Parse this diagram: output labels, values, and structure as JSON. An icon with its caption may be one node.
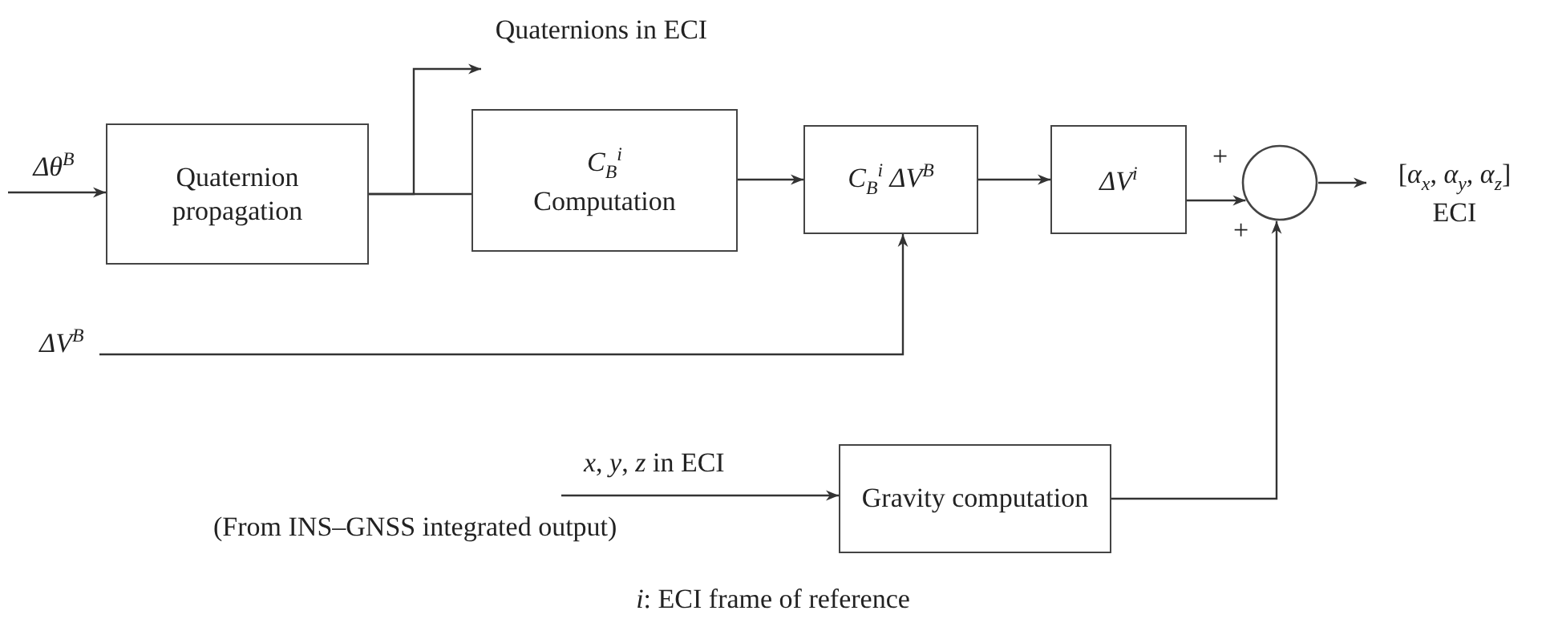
{
  "diagram": {
    "nodes": [
      {
        "text": [
          "Δθ$^{B}$"
        ]
      },
      {
        "text": [
          "Quaternion propagation"
        ]
      },
      {
        "text": [
          "Quaternions in ECI"
        ]
      },
      {
        "text": [
          "*C*$_{B}$$^{i}$",
          "Computation"
        ]
      },
      {
        "text": [
          "*C*$_{B}$$^{i}$ *ΔV*$^{B}$"
        ]
      },
      {
        "text": [
          "*ΔV*$^{i}$"
        ]
      },
      {
        "text": [],
        "shape": "circle",
        "beside": [
          "+",
          "+"
        ]
      },
      {
        "text": [
          "[*α*$_{x}$, *α*$_{y}$, *α*$_{z}$]",
          "ECI"
        ]
      },
      {
        "text": [
          "ΔV$^{B}$"
        ]
      },
      {
        "text": [
          "Gravity computation"
        ]
      }
    ],
    "edges": [
      {
        "from": 0,
        "to": 1,
        "arrow": "to"
      },
      {
        "from": 1,
        "to": 2,
        "arrow": "to"
      },
      {
        "from": 1,
        "to": 3,
        "arrow": "none"
      },
      {
        "from": 3,
        "to": 4,
        "arrow": "to"
      },
      {
        "from": 4,
        "to": 5,
        "arrow": "to"
      },
      {
        "from": 5,
        "to": 6,
        "arrow": "to"
      },
      {
        "from": 6,
        "to": 7,
        "arrow": "to"
      },
      {
        "from": 8,
        "to": 4,
        "arrow": "to"
      },
      {
        "from": null,
        "to": 9,
        "arrow": "to",
        "label": "*x*, *y*, *z* in ECI"
      },
      {
        "from": 9,
        "to": 6,
        "arrow": "to"
      }
    ],
    "labels": [
      "(From INS–GNSS integrated output)",
      "*i*: ECI frame of reference"
    ]
  }
}
